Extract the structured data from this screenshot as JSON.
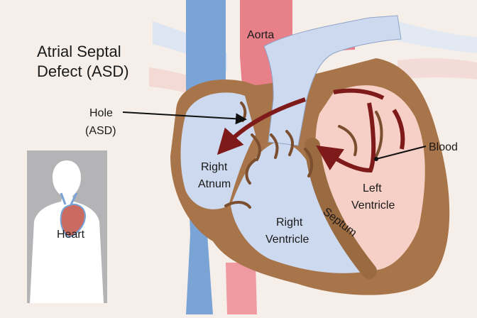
{
  "title": {
    "line1": "Atrial Septal",
    "line2": "Defect (ASD)"
  },
  "labels": {
    "aorta": "Aorta",
    "hole_line1": "Hole",
    "hole_line2": "(ASD)",
    "blood": "Blood",
    "right_atrium_line1": "Right",
    "right_atrium_line2": "Atnum",
    "right_ventricle_line1": "Right",
    "right_ventricle_line2": "Ventricle",
    "left_ventricle_line1": "Left",
    "left_ventricle_line2": "Ventricle",
    "septum": "Septum",
    "heart": "Heart"
  },
  "colors": {
    "background": "#f6efe9",
    "vein_blue": "#7aa3d6",
    "deoxygenated_fill": "#cdd9ef",
    "aorta_red": "#e8808a",
    "oxygenated_fill": "#f6cfc6",
    "muscle_brown": "#a8754a",
    "arrow_dark_red": "#7e1a1a",
    "inset_gray": "#b4b3b5"
  }
}
